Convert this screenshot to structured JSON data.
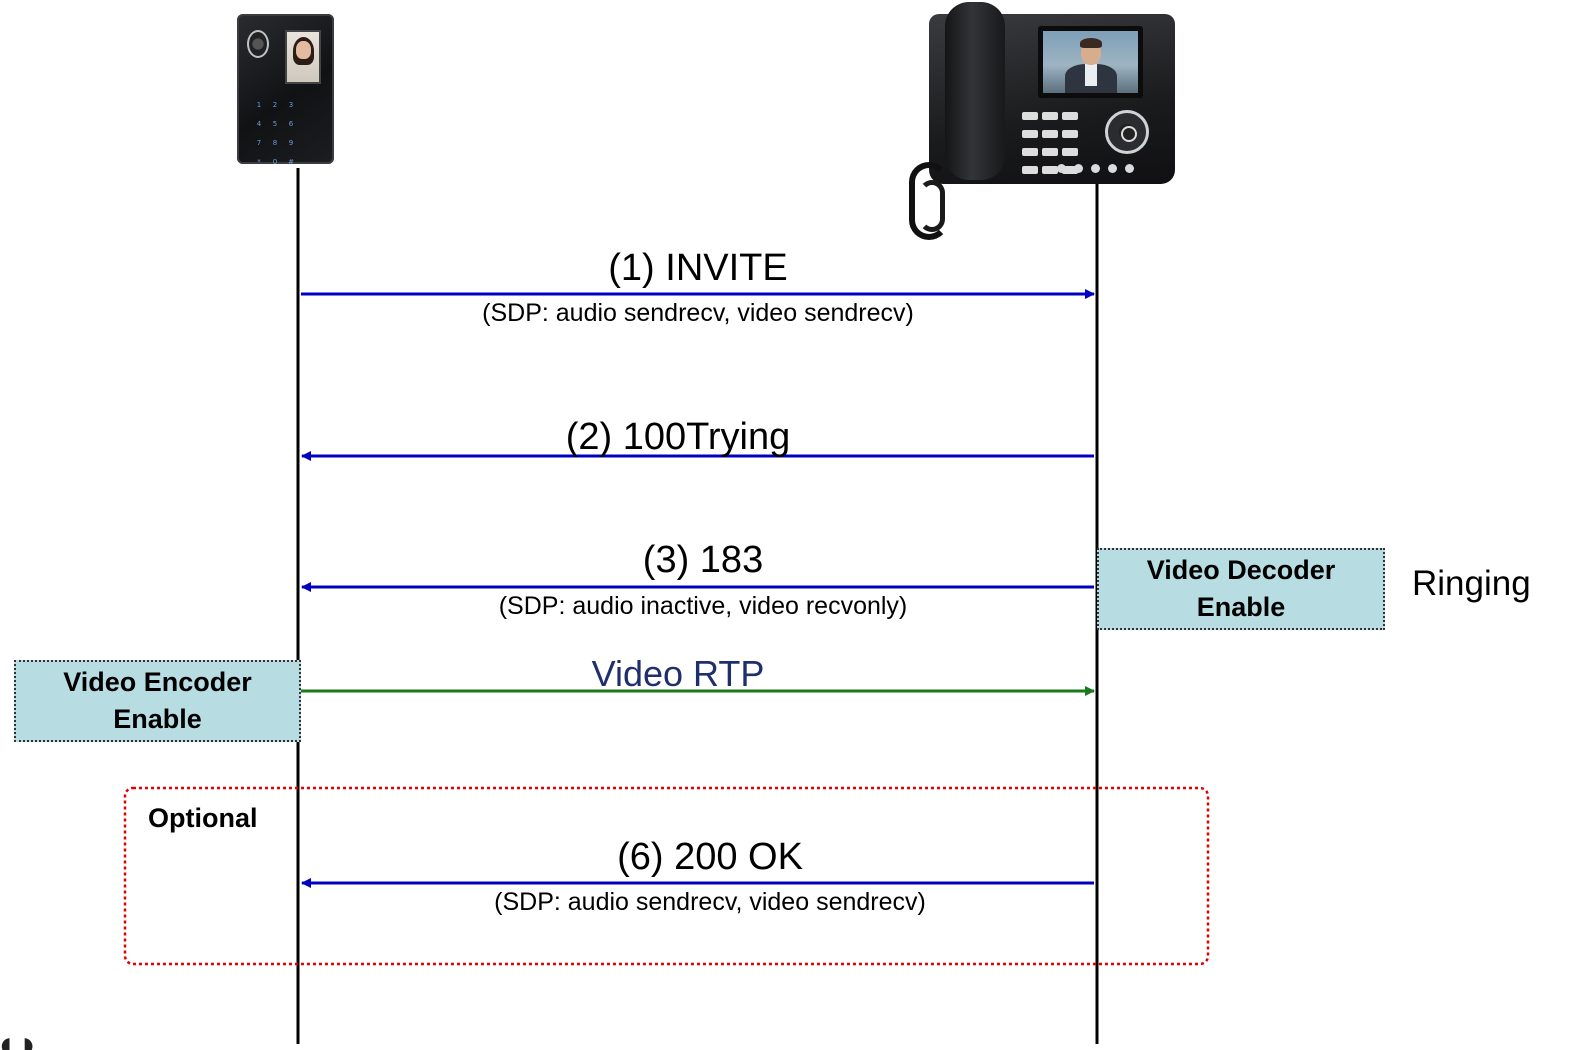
{
  "messages": [
    {
      "id": "invite",
      "title": "(1)  INVITE",
      "sub": "(SDP: audio sendrecv, video sendrecv)",
      "color": "#0000c0"
    },
    {
      "id": "trying",
      "title": "(2) 100Trying",
      "color": "#0000c0"
    },
    {
      "id": "183",
      "title": "(3) 183",
      "sub": "(SDP: audio inactive, video recvonly)",
      "color": "#0000c0"
    },
    {
      "id": "rtp",
      "title": "Video RTP",
      "color": "#1a7a1a"
    },
    {
      "id": "ok",
      "title": "(6) 200 OK",
      "sub": "(SDP: audio sendrecv, video sendrecv)",
      "color": "#0000c0"
    }
  ],
  "notes": {
    "decoder": "Video Decoder\nEnable",
    "encoder": "Video Encoder\nEnable"
  },
  "side_label": "Ringing",
  "optional_label": "Optional",
  "colors": {
    "note_fill": "#b7dde3",
    "optional_border": "#e00000",
    "lifeline": "#000000"
  },
  "devices": {
    "left": {
      "icon": "door-station-icon"
    },
    "right": {
      "icon": "video-phone-icon"
    }
  }
}
